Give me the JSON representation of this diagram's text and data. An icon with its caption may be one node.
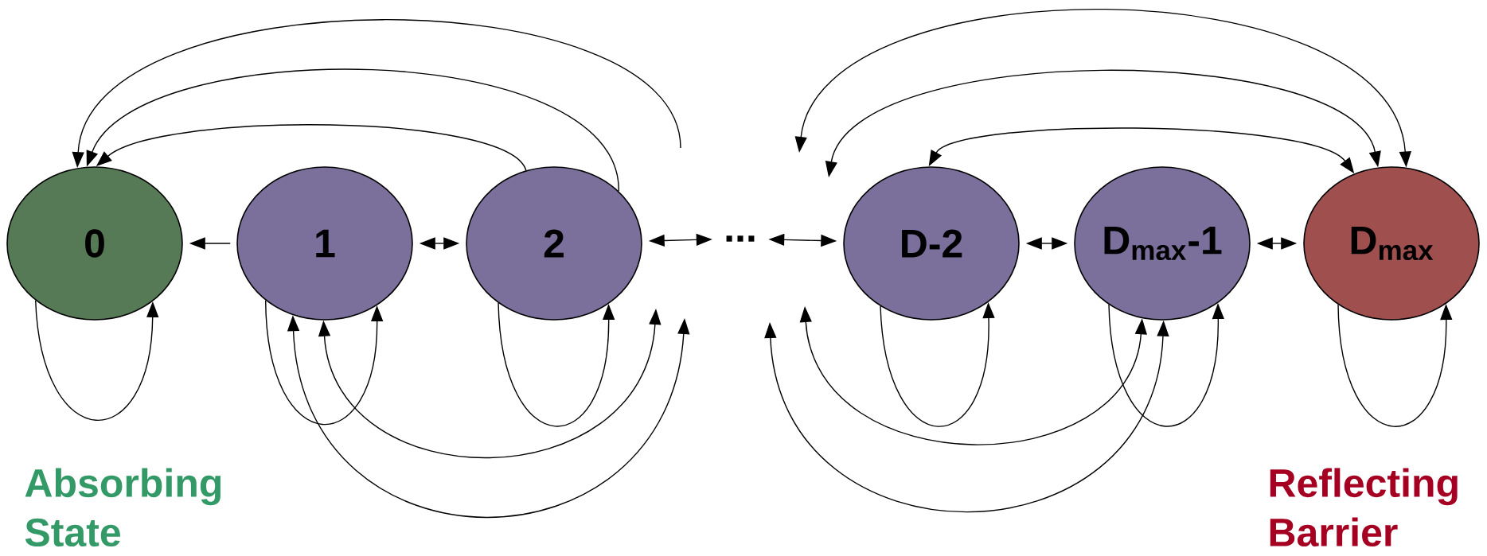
{
  "diagram": {
    "nodes": [
      {
        "text": [
          "0"
        ],
        "beside": [
          "Absorbing State"
        ]
      },
      {
        "text": [
          "1"
        ]
      },
      {
        "text": [
          "2"
        ]
      },
      {
        "text": [
          "..."
        ]
      },
      {
        "text": [
          "D-2"
        ]
      },
      {
        "text": [
          "D$_{max}$-1"
        ]
      },
      {
        "text": [
          "D$_{max}$"
        ],
        "beside": [
          "Reflecting Barrier"
        ]
      }
    ],
    "edges": [
      {
        "from": 1,
        "to": 0,
        "arrow": "to"
      },
      {
        "from": 1,
        "to": 2,
        "arrow": "both"
      },
      {
        "from": 2,
        "to": 3,
        "arrow": "both"
      },
      {
        "from": 3,
        "to": 4,
        "arrow": "both"
      },
      {
        "from": 4,
        "to": 5,
        "arrow": "both"
      },
      {
        "from": 5,
        "to": 6,
        "arrow": "both"
      },
      {
        "from": 2,
        "to": 0,
        "arrow": "to"
      },
      {
        "from": 2,
        "to": 0,
        "arrow": "to"
      },
      {
        "from": null,
        "to": 0,
        "arrow": "to"
      },
      {
        "from": 4,
        "to": 6,
        "arrow": "both"
      },
      {
        "from": null,
        "to": 6,
        "arrow": "both"
      },
      {
        "from": null,
        "to": 6,
        "arrow": "both"
      },
      {
        "from": 0,
        "to": 0,
        "arrow": "to"
      },
      {
        "from": 1,
        "to": 1,
        "arrow": "to"
      },
      {
        "from": null,
        "to": 1,
        "arrow": "both"
      },
      {
        "from": null,
        "to": 1,
        "arrow": "both"
      },
      {
        "from": 2,
        "to": 2,
        "arrow": "to"
      },
      {
        "from": 4,
        "to": 4,
        "arrow": "to"
      },
      {
        "from": null,
        "to": 5,
        "arrow": "both"
      },
      {
        "from": null,
        "to": 5,
        "arrow": "both"
      },
      {
        "from": 5,
        "to": 5,
        "arrow": "to"
      },
      {
        "from": 6,
        "to": 6,
        "arrow": "to"
      }
    ]
  }
}
